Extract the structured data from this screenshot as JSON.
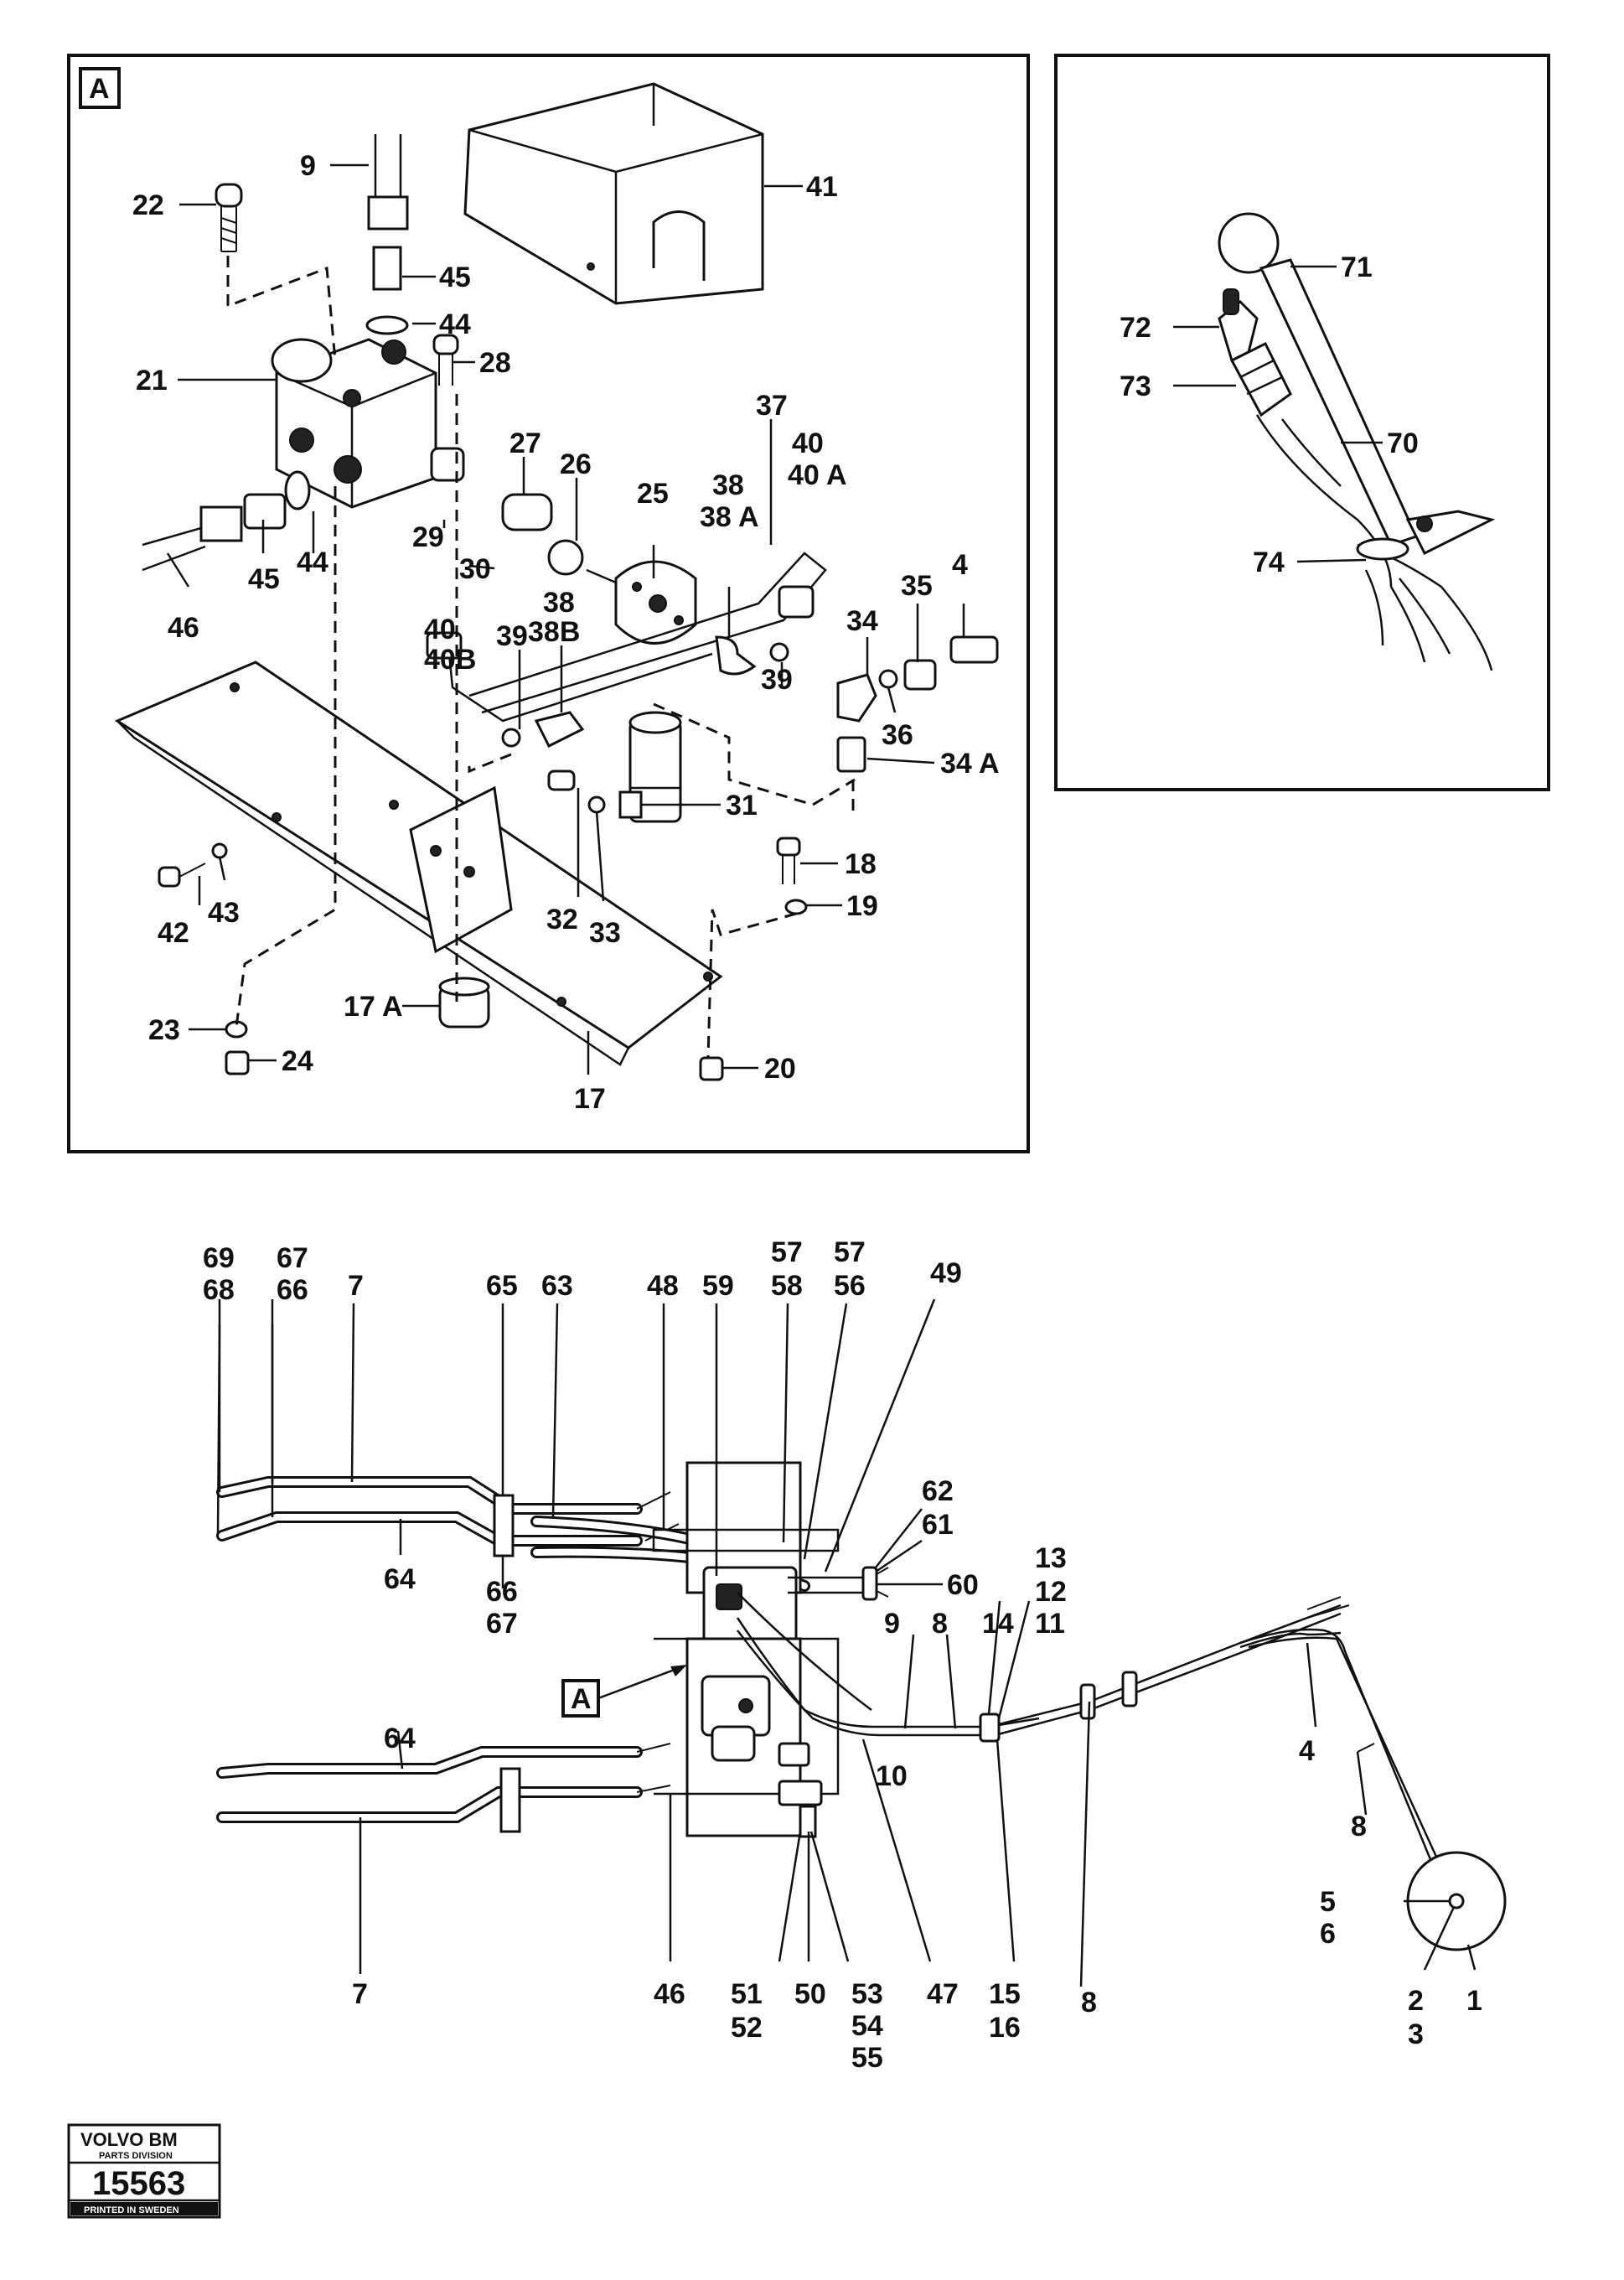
{
  "detail_marker": "A",
  "callout_marker": "A",
  "labels": {
    "p9a": "9",
    "p22": "22",
    "p45a": "45",
    "p44a": "44",
    "p41": "41",
    "p21": "21",
    "p28": "28",
    "p37": "37",
    "p40a": "40",
    "p40A": "40 A",
    "p27": "27",
    "p26": "26",
    "p25": "25",
    "p38a": "38",
    "p38A": "38 A",
    "p45b": "45",
    "p44b": "44",
    "p46a": "46",
    "p29": "29",
    "p30": "30",
    "p4a": "4",
    "p35": "35",
    "p34": "34",
    "p40b": "40",
    "p40B": "40B",
    "p38b": "38",
    "p38B": "38B",
    "p39a": "39",
    "p39b": "39",
    "p36": "36",
    "p34A": "34 A",
    "p31": "31",
    "p18": "18",
    "p19": "19",
    "p42": "42",
    "p43": "43",
    "p32": "32",
    "p33": "33",
    "p17A": "17 A",
    "p23": "23",
    "p24": "24",
    "p17": "17",
    "p20": "20",
    "p71": "71",
    "p72": "72",
    "p73": "73",
    "p70": "70",
    "p74": "74",
    "p69": "69",
    "p68": "68",
    "p67a": "67",
    "p66a": "66",
    "p7a": "7",
    "p65": "65",
    "p63": "63",
    "p48": "48",
    "p59": "59",
    "p57a": "57",
    "p58": "58",
    "p57b": "57",
    "p56": "56",
    "p49": "49",
    "p62": "62",
    "p61": "61",
    "p60": "60",
    "p64a": "64",
    "p66b": "66",
    "p67b": "67",
    "p13": "13",
    "p12": "12",
    "p11": "11",
    "p14": "14",
    "p9b": "9",
    "p8a": "8",
    "p10": "10",
    "p4b": "4",
    "p8b": "8",
    "p5": "5",
    "p6": "6",
    "p64b": "64",
    "p7b": "7",
    "p46b": "46",
    "p51": "51",
    "p52": "52",
    "p50": "50",
    "p53": "53",
    "p54": "54",
    "p55": "55",
    "p47": "47",
    "p15": "15",
    "p16": "16",
    "p8c": "8",
    "p2": "2",
    "p3": "3",
    "p1": "1"
  },
  "stamp": {
    "brand": "VOLVO BM",
    "division": "PARTS DIVISION",
    "number": "15563",
    "footer": "PRINTED IN SWEDEN"
  }
}
